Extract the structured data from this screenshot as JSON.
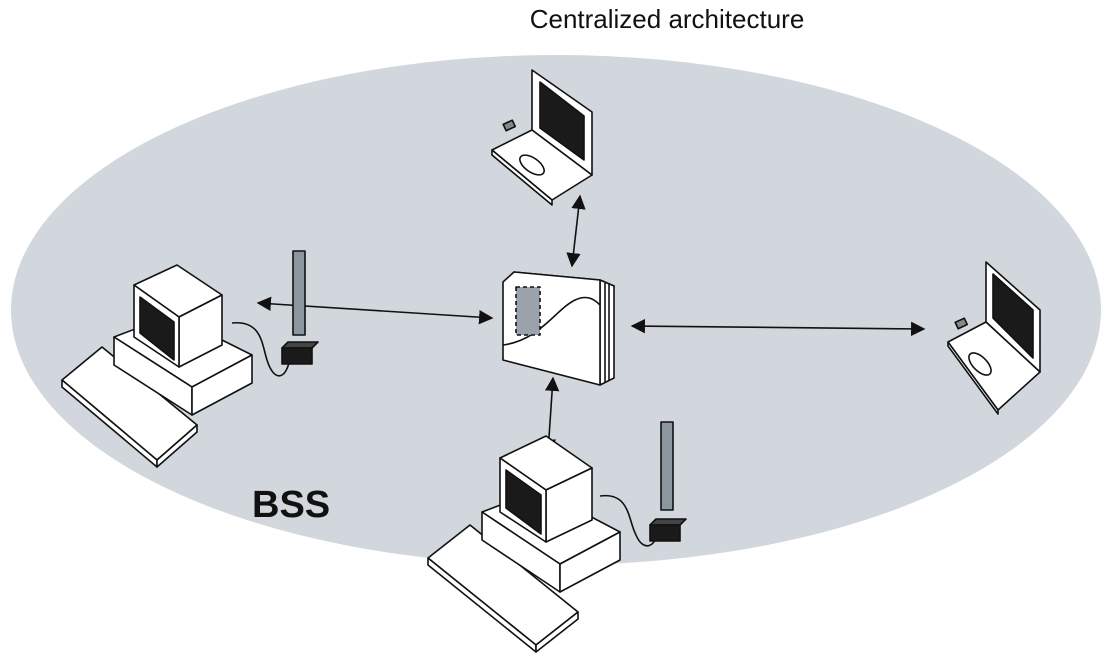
{
  "diagram": {
    "title": "Centralized architecture",
    "region_label": "BSS",
    "colors": {
      "region_fill": "#d1d7dd",
      "device_fill": "#ffffff",
      "screen_fill": "#1a1a1a",
      "antenna_fill": "#8c969e",
      "stroke": "#111111"
    },
    "nodes": [
      {
        "id": "access-point",
        "kind": "access-point"
      },
      {
        "id": "laptop-top",
        "kind": "laptop"
      },
      {
        "id": "laptop-right",
        "kind": "laptop"
      },
      {
        "id": "desktop-left",
        "kind": "desktop-wireless"
      },
      {
        "id": "desktop-bottom",
        "kind": "desktop-wireless"
      }
    ],
    "links": [
      {
        "from": "access-point",
        "to": "laptop-top",
        "bidirectional": true
      },
      {
        "from": "access-point",
        "to": "laptop-right",
        "bidirectional": true
      },
      {
        "from": "access-point",
        "to": "desktop-left",
        "bidirectional": true
      },
      {
        "from": "access-point",
        "to": "desktop-bottom",
        "bidirectional": true
      }
    ]
  }
}
